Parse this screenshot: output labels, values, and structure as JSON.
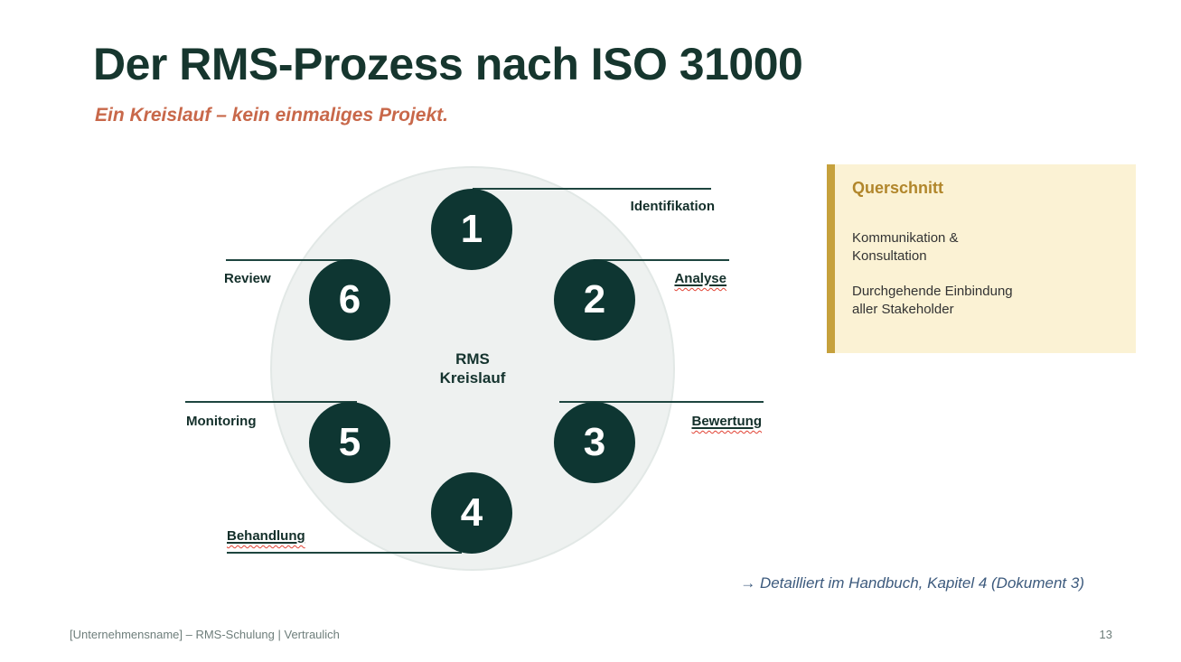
{
  "slide": {
    "title": "Der RMS-Prozess nach ISO 31000",
    "subtitle": "Ein Kreislauf – kein einmaliges Projekt.",
    "handbook_note": "→ Detailliert im Handbuch, Kapitel 4 (Dokument 3)",
    "footer": "[Unternehmensname] – RMS-Schulung | Vertraulich",
    "page_number": "13"
  },
  "diagram": {
    "center_label": {
      "line1": "RMS",
      "line2": "Kreislauf"
    },
    "steps": [
      {
        "number": "1",
        "label": "Identifikation"
      },
      {
        "number": "2",
        "label": "Analyse"
      },
      {
        "number": "3",
        "label": "Bewertung"
      },
      {
        "number": "4",
        "label": "Behandlung"
      },
      {
        "number": "5",
        "label": "Monitoring"
      },
      {
        "number": "6",
        "label": "Review"
      }
    ]
  },
  "sidebar": {
    "title": "Querschnitt",
    "paragraphs": [
      {
        "line1": "Kommunikation &",
        "line2": "Konsultation"
      },
      {
        "line1": "Durchgehende Einbindung",
        "line2": "aller Stakeholder"
      }
    ]
  },
  "colors": {
    "title": "#16362e",
    "subtitle_accent": "#c8684a",
    "circle_fill": "#0e3632",
    "cycle_background": "#eef1f0",
    "connector_line": "#1e453f",
    "sidebar_background": "#fbf2d4",
    "sidebar_accent": "#c6a13c",
    "sidebar_title": "#b1862b",
    "note_text": "#3c5a7d",
    "footer_text": "#6e7e7b",
    "spellcheck_underline": "#e14234"
  }
}
